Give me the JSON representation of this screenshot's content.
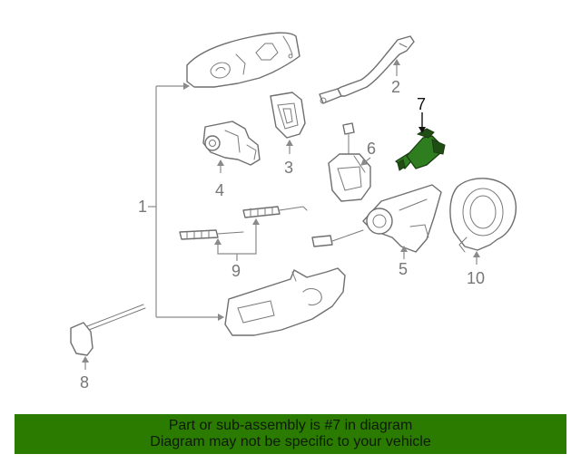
{
  "callouts": {
    "c1": "1",
    "c2": "2",
    "c3": "3",
    "c4": "4",
    "c5": "5",
    "c6": "6",
    "c7": "7",
    "c8": "8",
    "c9": "9",
    "c10": "10"
  },
  "highlighted_part": "7",
  "colors": {
    "banner_background": "#2b7b00",
    "highlight_part": "#2e7d1f",
    "line_art": "#6f6f6f"
  },
  "banner": {
    "line1": "Part or sub-assembly is #7 in diagram",
    "line2": "Diagram may not be specific to your vehicle"
  }
}
